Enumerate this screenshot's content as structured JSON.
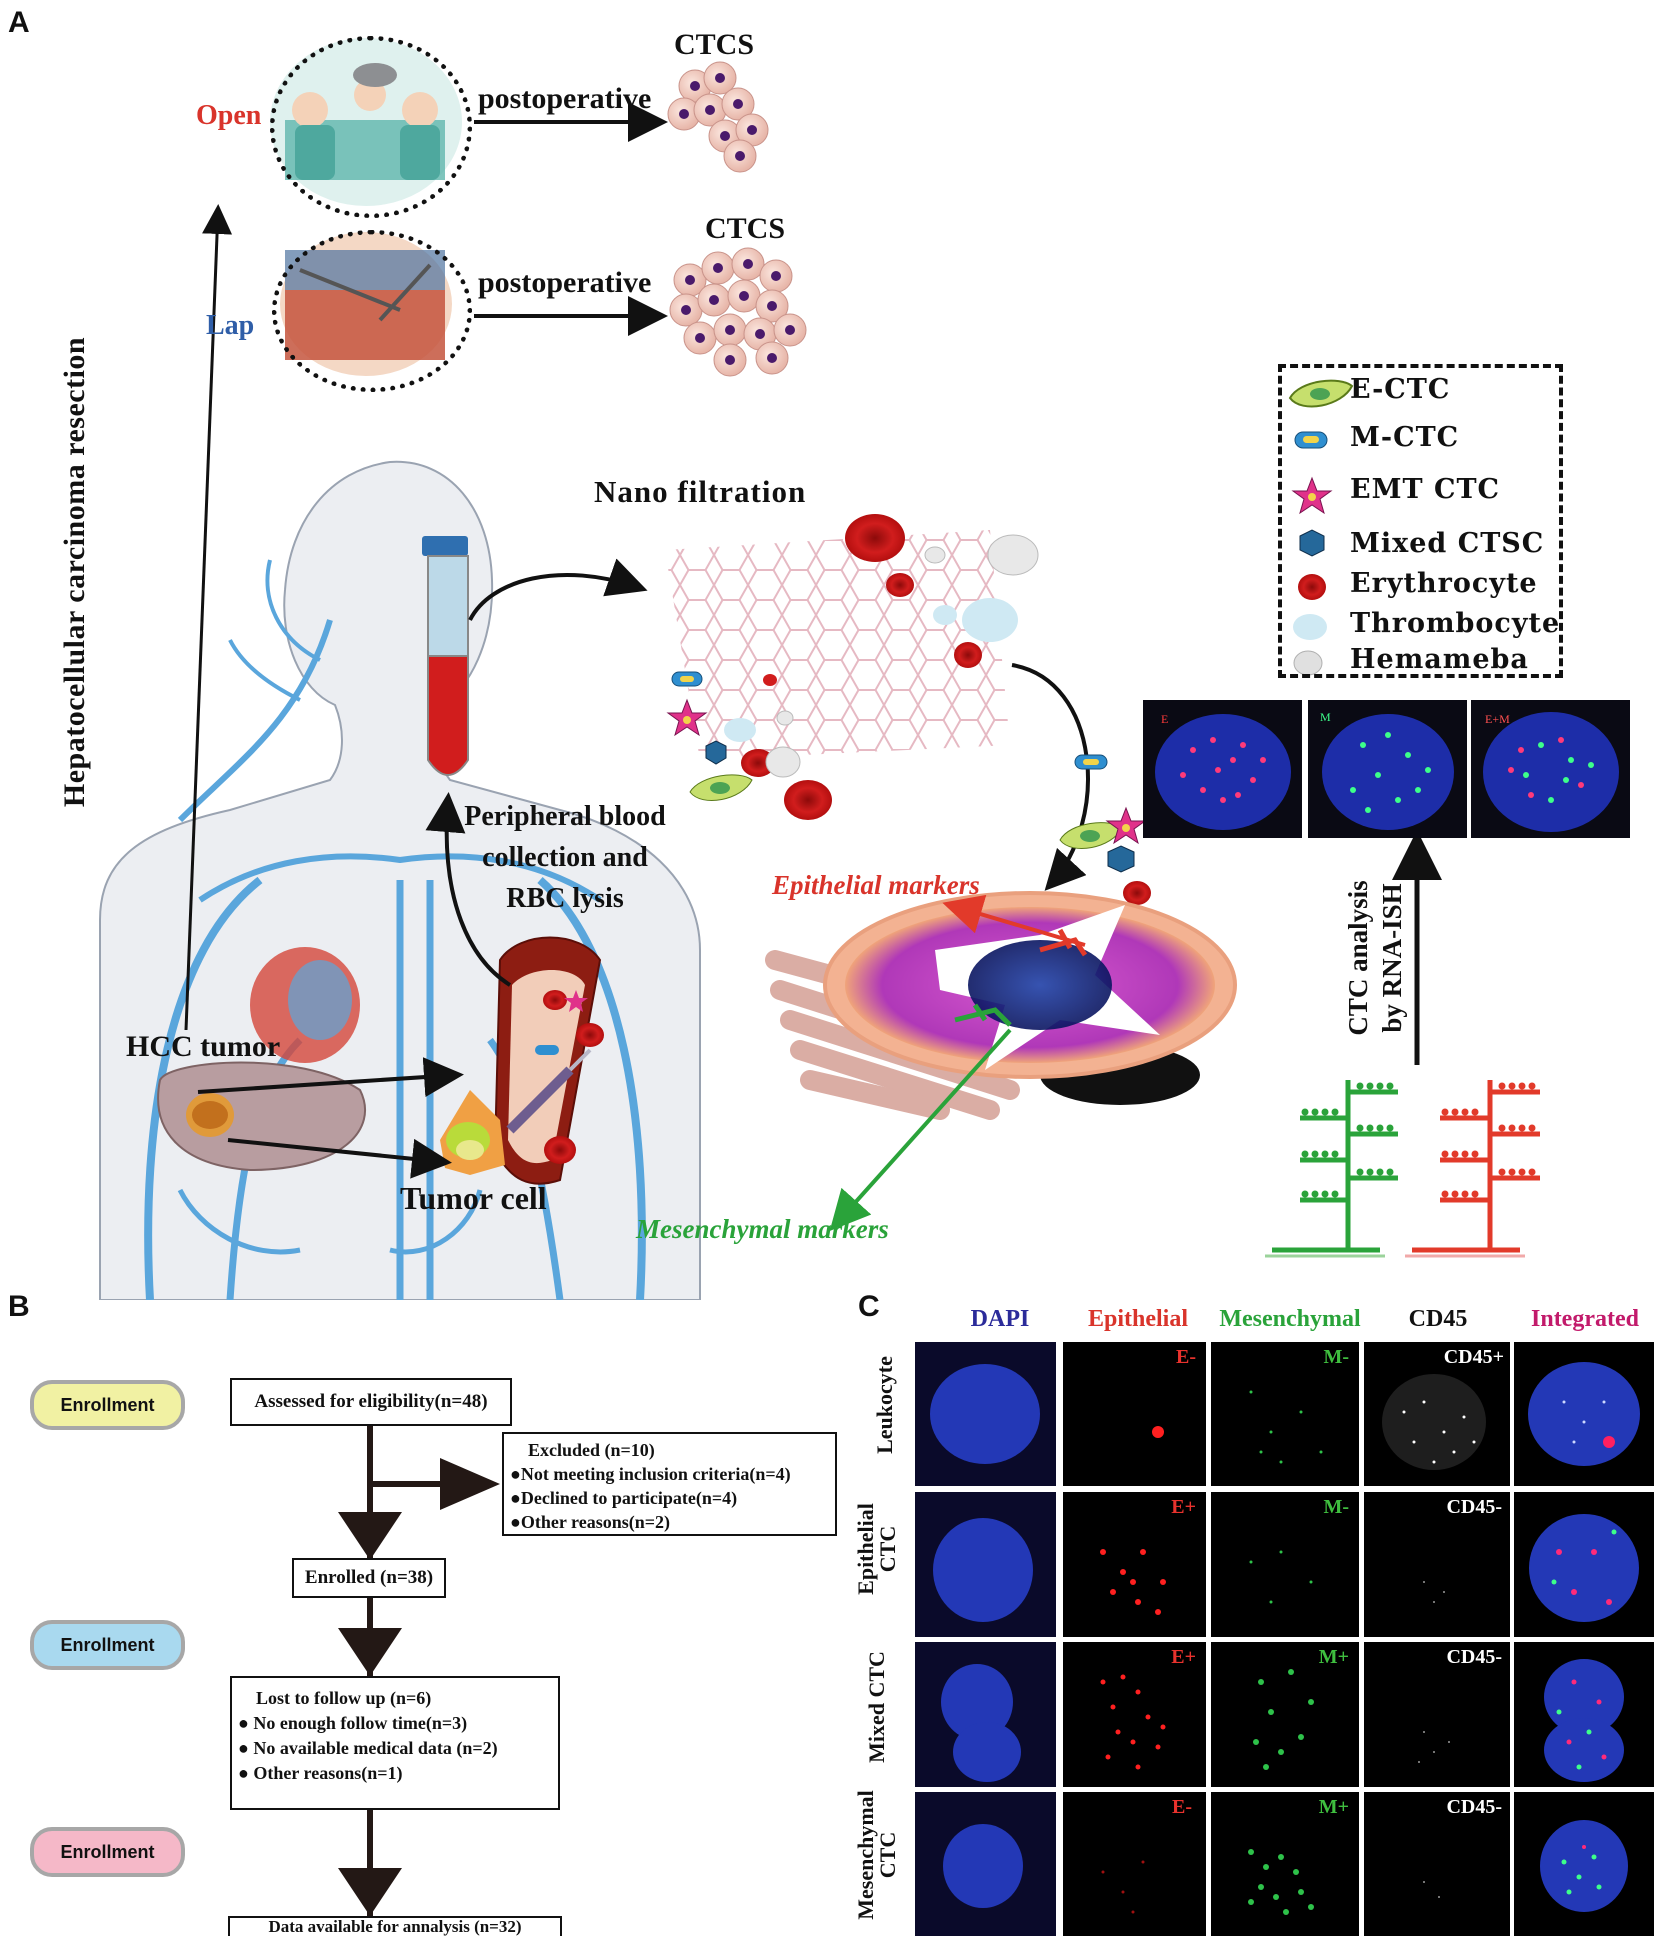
{
  "panels": {
    "a": "A",
    "b": "B",
    "c": "C"
  },
  "panel_a": {
    "vertical_title": "Hepatocellular carcinoma resection",
    "open_label": "Open",
    "lap_label": "Lap",
    "postoperative_1": "postoperative",
    "postoperative_2": "postoperative",
    "ctcs_1": "CTCS",
    "ctcs_2": "CTCS",
    "nano_filtration": "Nano filtration",
    "peripheral": [
      "Peripheral blood",
      "collection and",
      "RBC lysis"
    ],
    "hcc_tumor": "HCC tumor",
    "tumor_cell": "Tumor cell",
    "epithelial_markers": "Epithelial markers",
    "mesenchymal_markers": "Mesenchymal markers",
    "ctc_analysis": [
      "CTC analysis",
      "by RNA-ISH"
    ],
    "micro_labels": [
      "E",
      "M",
      "E+M"
    ],
    "legend": [
      "E-CTC",
      "M-CTC",
      "EMT CTC",
      "Mixed CTSC",
      "Erythrocyte",
      "Thrombocyte",
      "Hemameba"
    ],
    "colors": {
      "open": "#d9342b",
      "lap": "#2f5ea8",
      "epithelial": "#d9342b",
      "mesenchymal": "#2aa33a"
    }
  },
  "panel_b": {
    "pills": [
      "Enrollment",
      "Enrollment",
      "Enrollment"
    ],
    "pill_colors": [
      "#f1f1a3",
      "#a9d9ef",
      "#f5b8c8"
    ],
    "assessed": "Assessed for eligibility(n=48)",
    "excluded_title": "Excluded (n=10)",
    "excluded_items": [
      "Not meeting inclusion criteria(n=4)",
      "Declined to participate(n=4)",
      "Other reasons(n=2)"
    ],
    "enrolled": "Enrolled (n=38)",
    "lost_title": "Lost to follow up  (n=6)",
    "lost_items": [
      "No enough follow time(n=3)",
      "No available medical data (n=2)",
      "Other reasons(n=1)"
    ],
    "data_available": "Data available for annalysis   (n=32)"
  },
  "panel_c": {
    "headers": [
      "DAPI",
      "Epithelial",
      "Mesenchymal",
      "CD45",
      "Integrated"
    ],
    "header_colors": [
      "#2b2b9a",
      "#d9342b",
      "#2aa33a",
      "#111111",
      "#c21a6b"
    ],
    "rows": [
      {
        "label": [
          "Leukocyte"
        ],
        "e": "E-",
        "m": "M-",
        "cd": "CD45+"
      },
      {
        "label": [
          "Epithelial",
          "CTC"
        ],
        "e": "E+",
        "m": "M-",
        "cd": "CD45-"
      },
      {
        "label": [
          "Mixed CTC"
        ],
        "e": "E+",
        "m": "M+",
        "cd": "CD45-"
      },
      {
        "label": [
          "Mesenchymal",
          "CTC"
        ],
        "e": "E-",
        "m": "M+",
        "cd": "CD45-"
      }
    ]
  }
}
